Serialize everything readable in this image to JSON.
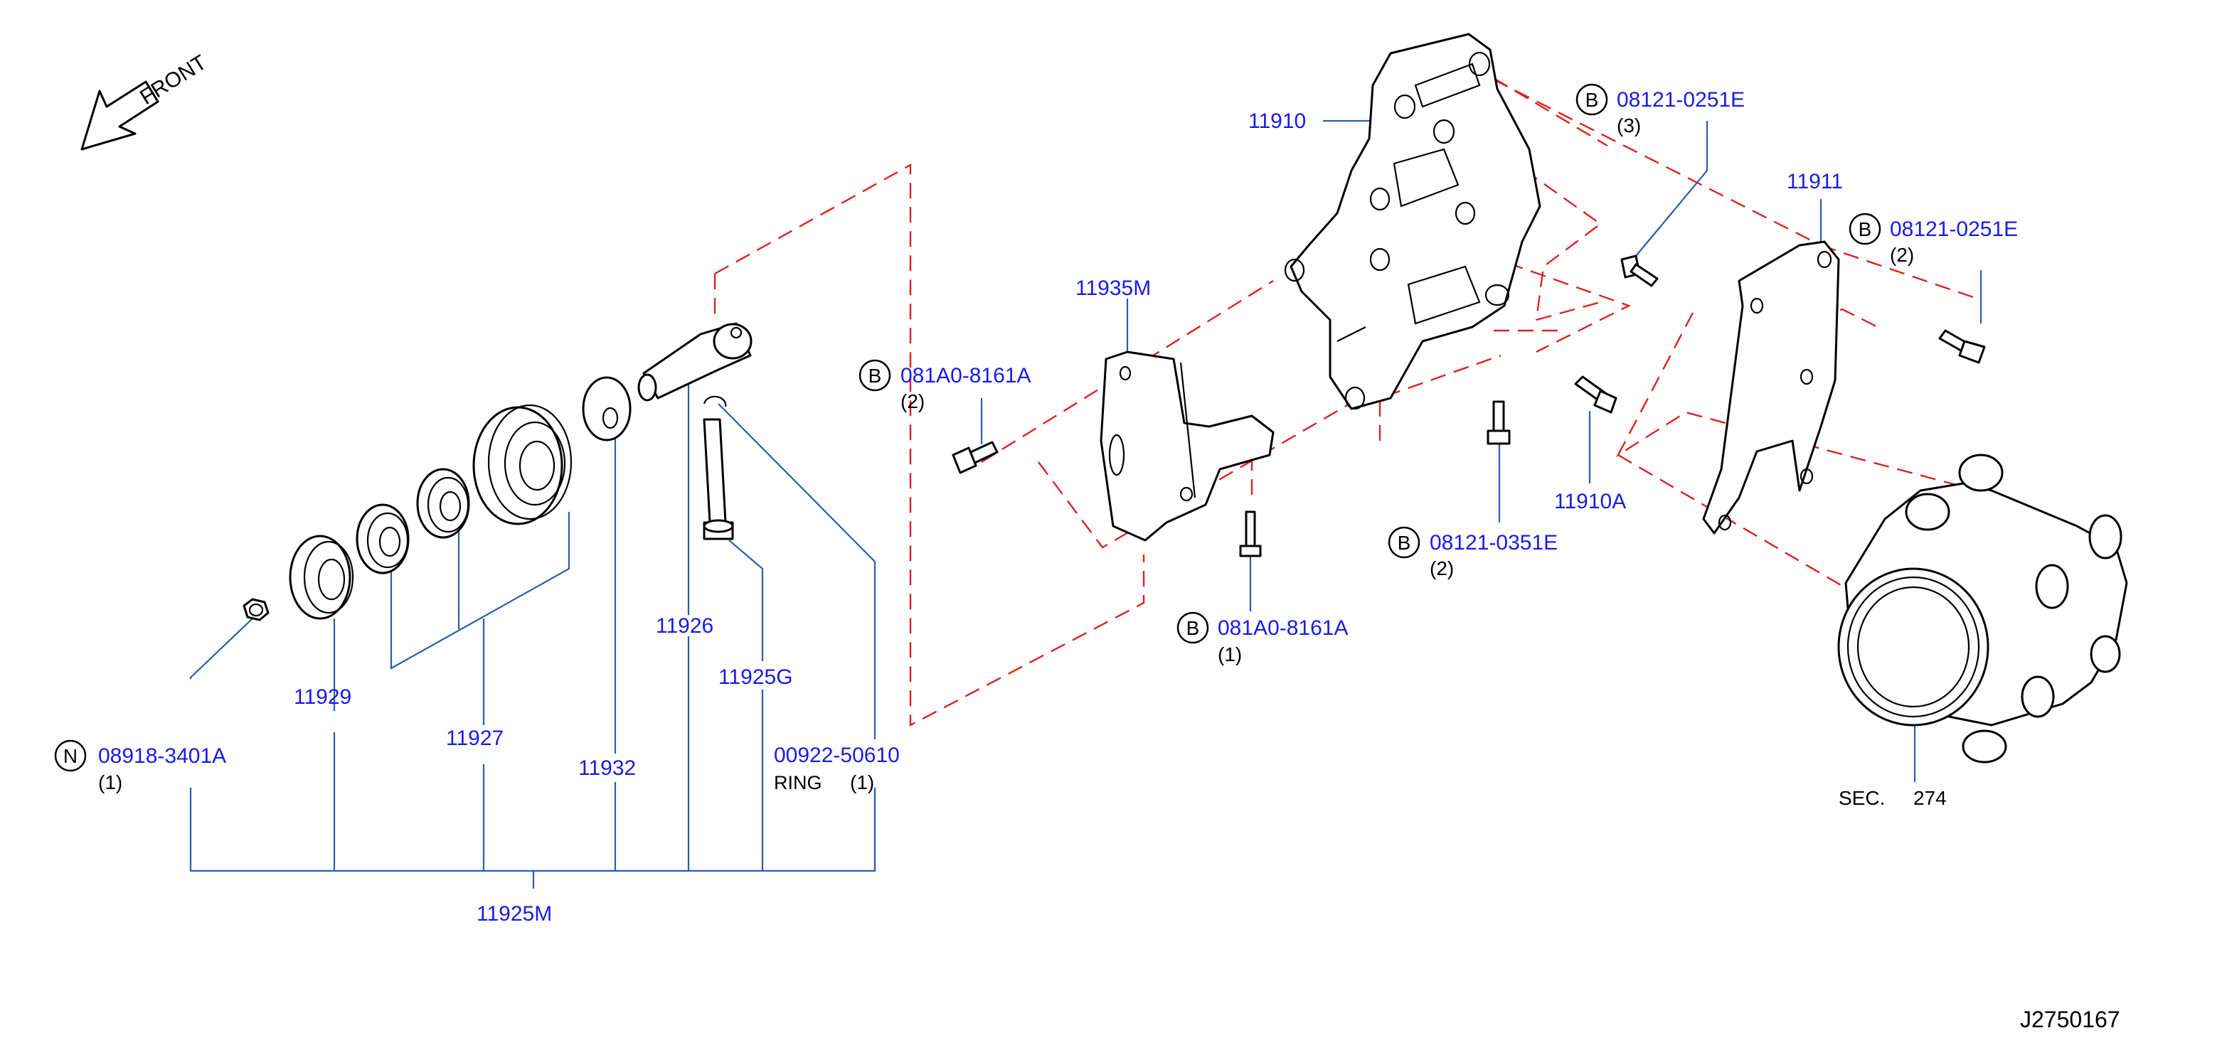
{
  "direction_label": "FRONT",
  "diagram_id": "J2750167",
  "labels": {
    "p11910": "11910",
    "p11911": "11911",
    "p11935m": "11935M",
    "p11910a": "11910A",
    "p11929": "11929",
    "p11927": "11927",
    "p11932": "11932",
    "p11926": "11926",
    "p11925g": "11925G",
    "p11925m": "11925M",
    "ring_code": "00922-50610",
    "ring_text": "RING",
    "ring_qty": "(1)",
    "nut_letter": "N",
    "nut_code": "08918-3401A",
    "nut_qty": "(1)",
    "b1_letter": "B",
    "b1_code": "08121-0251E",
    "b1_qty": "(3)",
    "b2_letter": "B",
    "b2_code": "08121-0251E",
    "b2_qty": "(2)",
    "b3_letter": "B",
    "b3_code": "081A0-8161A",
    "b3_qty": "(2)",
    "b4_letter": "B",
    "b4_code": "08121-0351E",
    "b4_qty": "(2)",
    "b5_letter": "B",
    "b5_code": "081A0-8161A",
    "b5_qty": "(1)",
    "sec_text": "SEC.",
    "sec_num": "274"
  },
  "colors": {
    "label_blue": "#1a1ae6",
    "leader_blue": "#2a5db0",
    "dashed_red": "#e02020",
    "line_black": "#000000"
  }
}
